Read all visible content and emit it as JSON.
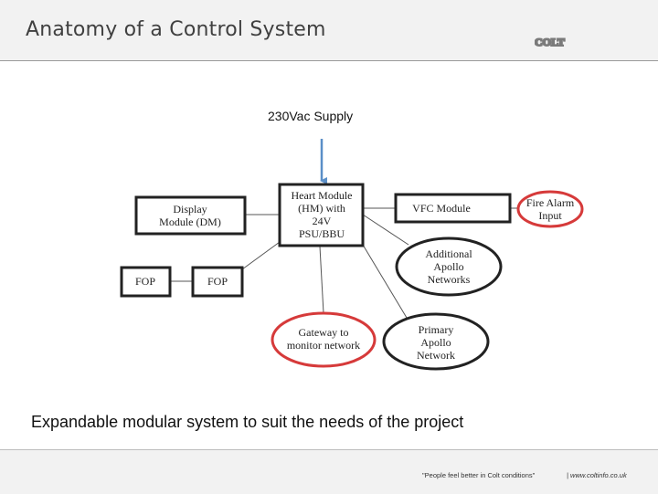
{
  "header": {
    "title": "Anatomy of a Control System",
    "logo_text": "COLT"
  },
  "diagram": {
    "supply_label": "230Vac Supply",
    "nodes": {
      "heart_module": [
        "Heart Module",
        "(HM) with",
        "24V",
        "PSU/BBU"
      ],
      "display_module": [
        "Display",
        "Module (DM)"
      ],
      "vfc_module": [
        "VFC Module"
      ],
      "fire_alarm_input": [
        "Fire Alarm",
        "Input"
      ],
      "fop_left": [
        "FOP"
      ],
      "fop_right": [
        "FOP"
      ],
      "additional_apollo": [
        "Additional",
        "Apollo",
        "Networks"
      ],
      "gateway": [
        "Gateway to",
        "monitor network"
      ],
      "primary_apollo": [
        "Primary",
        "Apollo",
        "Network"
      ]
    },
    "colors": {
      "box_border": "#222222",
      "highlight": "#d63a3a",
      "arrow": "#5b8fc7"
    }
  },
  "caption": "Expandable modular system to suit the needs of the project",
  "footer": {
    "tagline": "\"People feel better in Colt conditions\"",
    "website": "| www.coltinfo.co.uk"
  }
}
